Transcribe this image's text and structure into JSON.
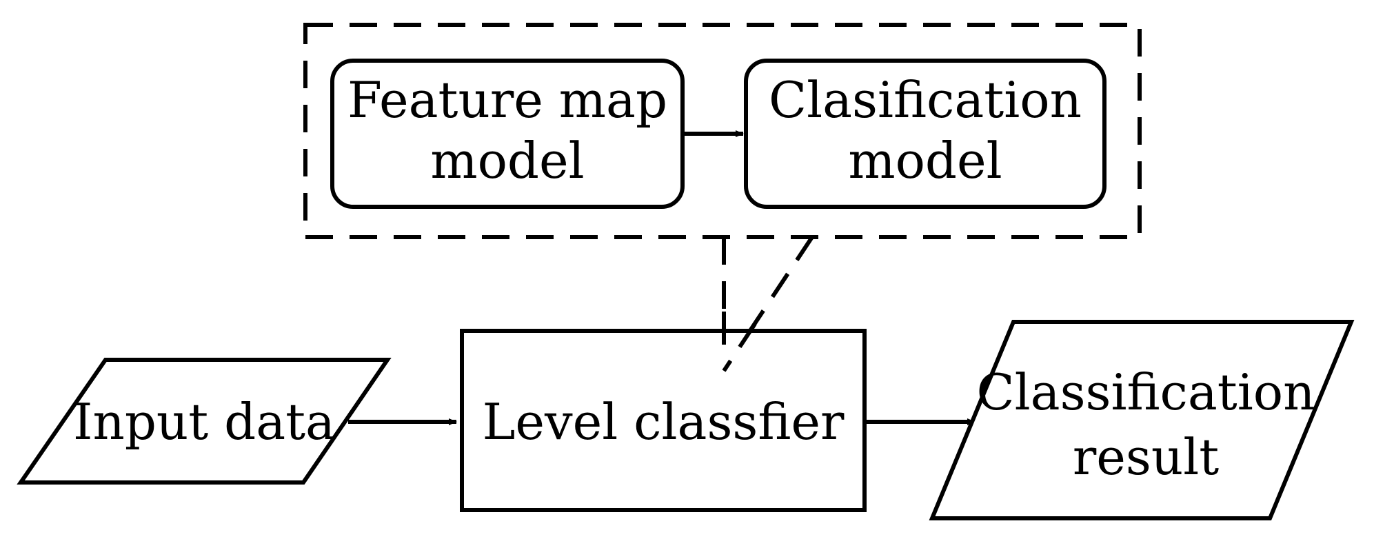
{
  "diagram": {
    "nodes": {
      "feature_map": {
        "line1": "Feature map",
        "line2": "model"
      },
      "classification_model": {
        "line1": "Clasification",
        "line2": "model"
      },
      "input": {
        "label": "Input data"
      },
      "level_classifier": {
        "label": "Level classfier"
      },
      "result": {
        "line1": "Classification",
        "line2": "result"
      }
    }
  }
}
